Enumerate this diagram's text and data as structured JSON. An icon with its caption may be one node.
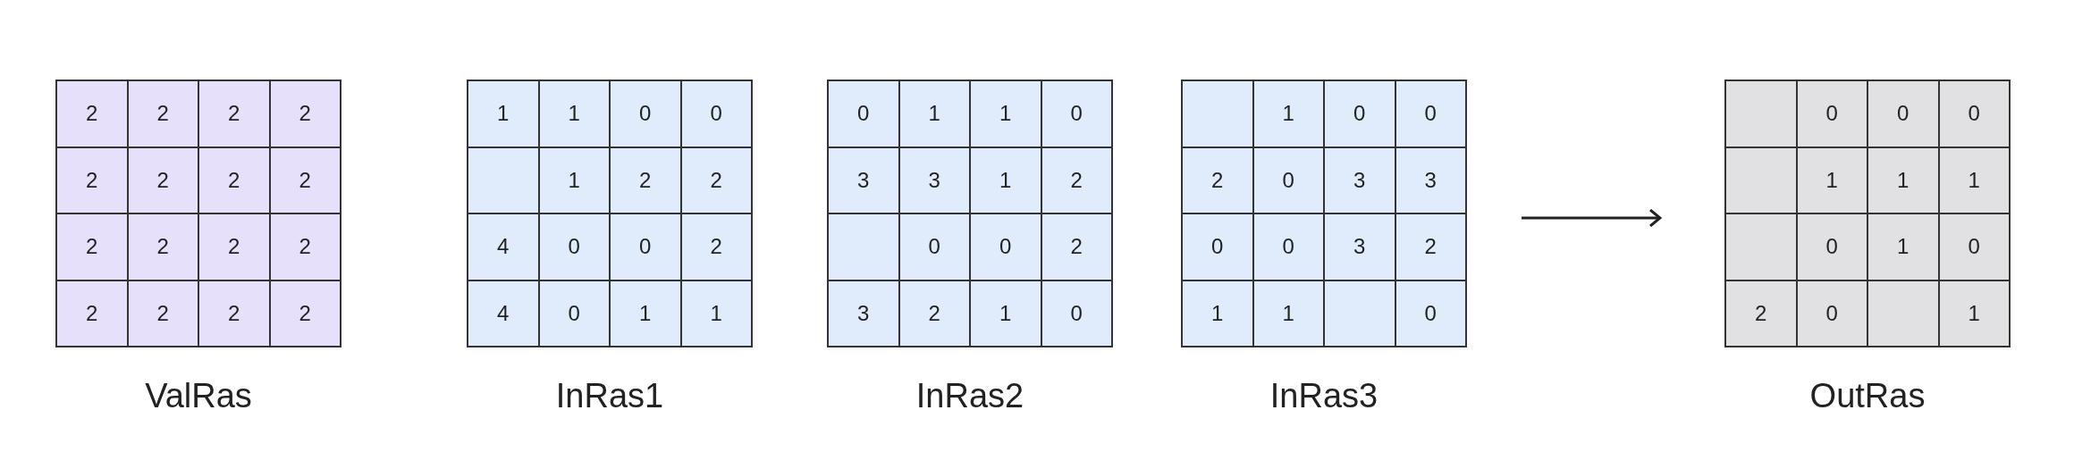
{
  "diagram": {
    "nodes": [
      {
        "text": [
          "ValRas"
        ]
      },
      {
        "text": [
          "2"
        ],
        "in": 0
      },
      {
        "text": [
          "2"
        ],
        "in": 0
      },
      {
        "text": [
          "2"
        ],
        "in": 0
      },
      {
        "text": [
          "2"
        ],
        "in": 0
      },
      {
        "text": [
          "2"
        ],
        "in": 0
      },
      {
        "text": [
          "2"
        ],
        "in": 0
      },
      {
        "text": [
          "2"
        ],
        "in": 0
      },
      {
        "text": [
          "2"
        ],
        "in": 0
      },
      {
        "text": [
          "2"
        ],
        "in": 0
      },
      {
        "text": [
          "2"
        ],
        "in": 0
      },
      {
        "text": [
          "2"
        ],
        "in": 0
      },
      {
        "text": [
          "2"
        ],
        "in": 0
      },
      {
        "text": [
          "2"
        ],
        "in": 0
      },
      {
        "text": [
          "2"
        ],
        "in": 0
      },
      {
        "text": [
          "2"
        ],
        "in": 0
      },
      {
        "text": [
          "2"
        ],
        "in": 0
      },
      {
        "text": [
          "InRas1"
        ]
      },
      {
        "text": [
          "1"
        ],
        "in": 17
      },
      {
        "text": [
          "1"
        ],
        "in": 17
      },
      {
        "text": [
          "0"
        ],
        "in": 17
      },
      {
        "text": [
          "0"
        ],
        "in": 17
      },
      {
        "text": [],
        "shape": "box",
        "in": 17
      },
      {
        "text": [
          "1"
        ],
        "in": 17
      },
      {
        "text": [
          "2"
        ],
        "in": 17
      },
      {
        "text": [
          "2"
        ],
        "in": 17
      },
      {
        "text": [
          "4"
        ],
        "in": 17
      },
      {
        "text": [
          "0"
        ],
        "in": 17
      },
      {
        "text": [
          "0"
        ],
        "in": 17
      },
      {
        "text": [
          "2"
        ],
        "in": 17
      },
      {
        "text": [
          "4"
        ],
        "in": 17
      },
      {
        "text": [
          "0"
        ],
        "in": 17
      },
      {
        "text": [
          "1"
        ],
        "in": 17
      },
      {
        "text": [
          "1"
        ],
        "in": 17
      },
      {
        "text": [
          "InRas2"
        ]
      },
      {
        "text": [
          "0"
        ],
        "in": 34
      },
      {
        "text": [
          "1"
        ],
        "in": 34
      },
      {
        "text": [
          "1"
        ],
        "in": 34
      },
      {
        "text": [
          "0"
        ],
        "in": 34
      },
      {
        "text": [
          "3"
        ],
        "in": 34
      },
      {
        "text": [
          "3"
        ],
        "in": 34
      },
      {
        "text": [
          "1"
        ],
        "in": 34
      },
      {
        "text": [
          "2"
        ],
        "in": 34
      },
      {
        "text": [],
        "shape": "box",
        "in": 34
      },
      {
        "text": [
          "0"
        ],
        "in": 34
      },
      {
        "text": [
          "0"
        ],
        "in": 34
      },
      {
        "text": [
          "2"
        ],
        "in": 34
      },
      {
        "text": [
          "3"
        ],
        "in": 34
      },
      {
        "text": [
          "2"
        ],
        "in": 34
      },
      {
        "text": [
          "1"
        ],
        "in": 34
      },
      {
        "text": [
          "0"
        ],
        "in": 34
      },
      {
        "text": [
          "InRas3"
        ]
      },
      {
        "text": [],
        "shape": "box",
        "in": 51
      },
      {
        "text": [
          "1"
        ],
        "in": 51
      },
      {
        "text": [
          "0"
        ],
        "in": 51
      },
      {
        "text": [
          "0"
        ],
        "in": 51
      },
      {
        "text": [
          "2"
        ],
        "in": 51
      },
      {
        "text": [
          "0"
        ],
        "in": 51
      },
      {
        "text": [
          "3"
        ],
        "in": 51
      },
      {
        "text": [
          "3"
        ],
        "in": 51
      },
      {
        "text": [
          "0"
        ],
        "in": 51
      },
      {
        "text": [
          "0"
        ],
        "in": 51
      },
      {
        "text": [
          "3"
        ],
        "in": 51
      },
      {
        "text": [
          "2"
        ],
        "in": 51
      },
      {
        "text": [
          "1"
        ],
        "in": 51
      },
      {
        "text": [
          "1"
        ],
        "in": 51
      },
      {
        "text": [],
        "shape": "box",
        "in": 51
      },
      {
        "text": [
          "0"
        ],
        "in": 51
      },
      {
        "text": [
          "OutRas"
        ]
      },
      {
        "text": [],
        "shape": "box",
        "in": 68
      },
      {
        "text": [
          "0"
        ],
        "in": 68
      },
      {
        "text": [
          "0"
        ],
        "in": 68
      },
      {
        "text": [
          "0"
        ],
        "in": 68
      },
      {
        "text": [],
        "shape": "box",
        "in": 68
      },
      {
        "text": [
          "1"
        ],
        "in": 68
      },
      {
        "text": [
          "1"
        ],
        "in": 68
      },
      {
        "text": [
          "1"
        ],
        "in": 68
      },
      {
        "text": [],
        "shape": "box",
        "in": 68
      },
      {
        "text": [
          "0"
        ],
        "in": 68
      },
      {
        "text": [
          "1"
        ],
        "in": 68
      },
      {
        "text": [
          "0"
        ],
        "in": 68
      },
      {
        "text": [
          "2"
        ],
        "in": 68
      },
      {
        "text": [
          "0"
        ],
        "in": 68
      },
      {
        "text": [],
        "shape": "box",
        "in": 68
      },
      {
        "text": [
          "1"
        ],
        "in": 68
      }
    ],
    "edges": [
      {
        "from": 51,
        "to": 68,
        "arrow": "to"
      }
    ]
  }
}
